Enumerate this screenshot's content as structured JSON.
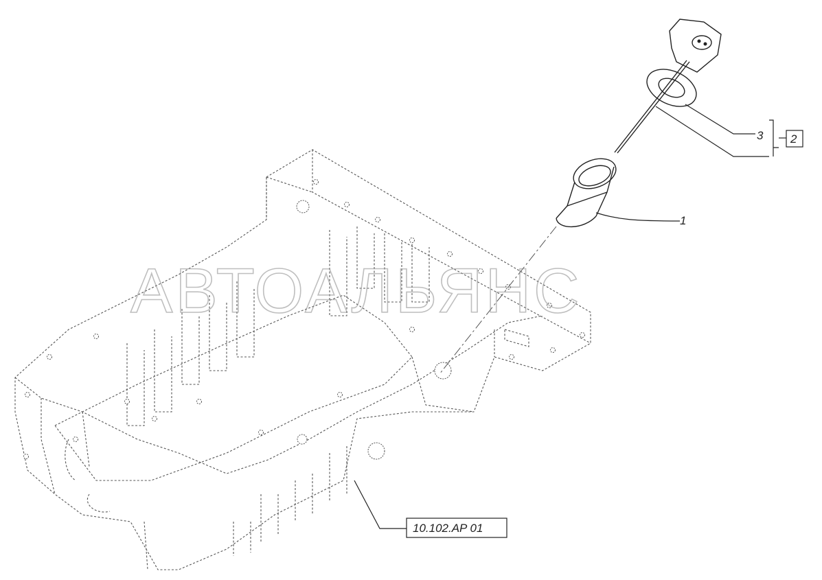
{
  "watermark": "АВТОАЛЬЯНС",
  "callouts": {
    "item1": "1",
    "item3": "3",
    "item2": "2"
  },
  "reference": "10.102.AP 01"
}
